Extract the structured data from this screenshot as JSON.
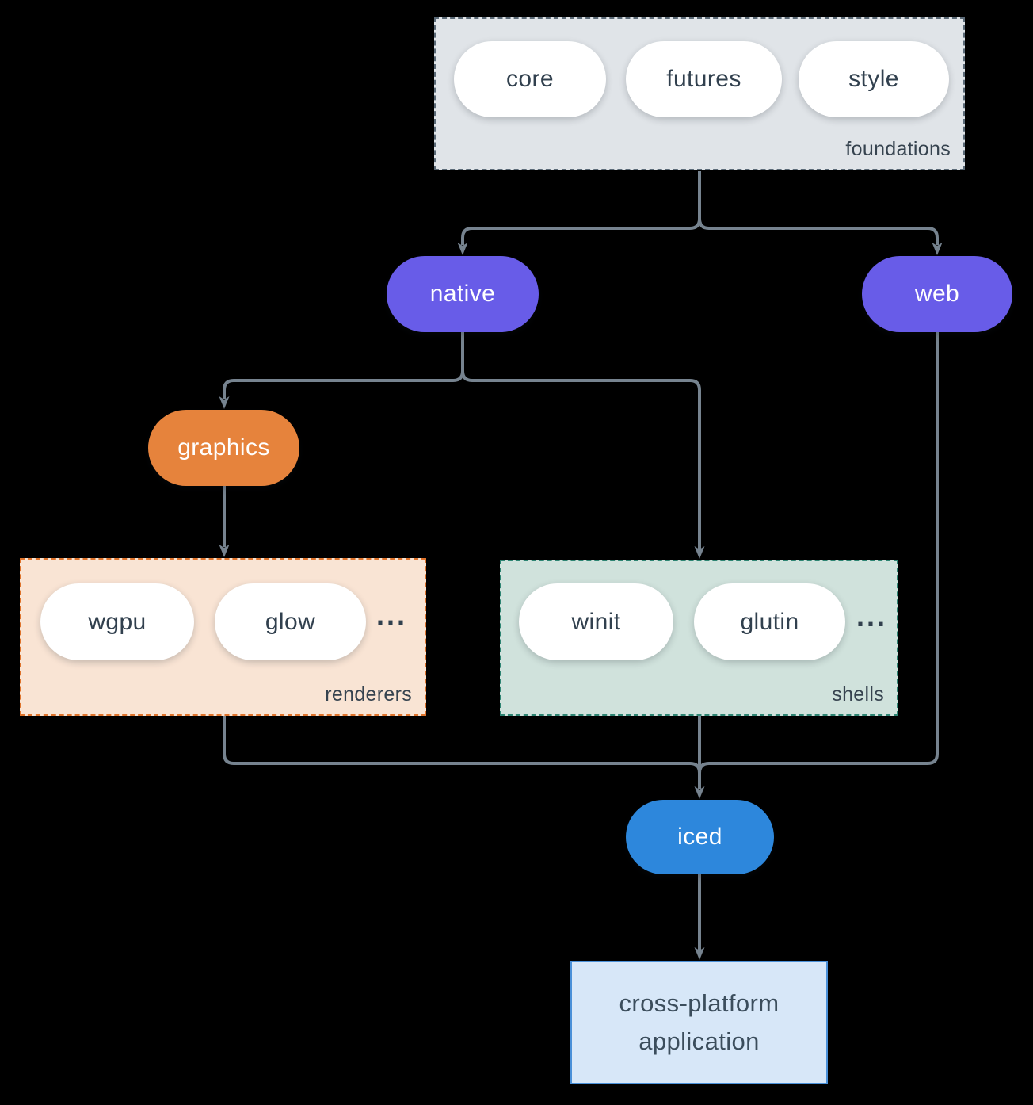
{
  "groups": {
    "foundations": {
      "label": "foundations",
      "pills": [
        "core",
        "futures",
        "style"
      ]
    },
    "renderers": {
      "label": "renderers",
      "pills": [
        "wgpu",
        "glow"
      ],
      "ellipsis": "..."
    },
    "shells": {
      "label": "shells",
      "pills": [
        "winit",
        "glutin"
      ],
      "ellipsis": "..."
    }
  },
  "nodes": {
    "native": {
      "label": "native"
    },
    "web": {
      "label": "web"
    },
    "graphics": {
      "label": "graphics"
    },
    "iced": {
      "label": "iced"
    },
    "application": {
      "line1": "cross-platform",
      "line2": "application"
    }
  },
  "edges": [
    {
      "from": "foundations",
      "to": "native"
    },
    {
      "from": "foundations",
      "to": "web"
    },
    {
      "from": "native",
      "to": "graphics"
    },
    {
      "from": "native",
      "to": "shells"
    },
    {
      "from": "graphics",
      "to": "renderers"
    },
    {
      "from": "renderers",
      "to": "iced"
    },
    {
      "from": "shells",
      "to": "iced"
    },
    {
      "from": "web",
      "to": "iced"
    },
    {
      "from": "iced",
      "to": "application"
    }
  ],
  "colors": {
    "background": "#000000",
    "arrow": "#76838f",
    "node_purple": "#685ce8",
    "node_orange": "#e6833c",
    "node_blue": "#2d87dc",
    "pill_white": "#ffffff",
    "pill_text": "#31404e",
    "group_label_text": "#36434f",
    "foundations_fill": "#e0e4e8",
    "foundations_border": "#5b6a77",
    "renderers_fill": "#f9e4d4",
    "renderers_border": "#e0742c",
    "shells_fill": "#d0e2dc",
    "shells_border": "#2e8573",
    "application_fill": "#d7e7f8",
    "application_border": "#4a90d8",
    "application_text": "#3b4d5c"
  }
}
